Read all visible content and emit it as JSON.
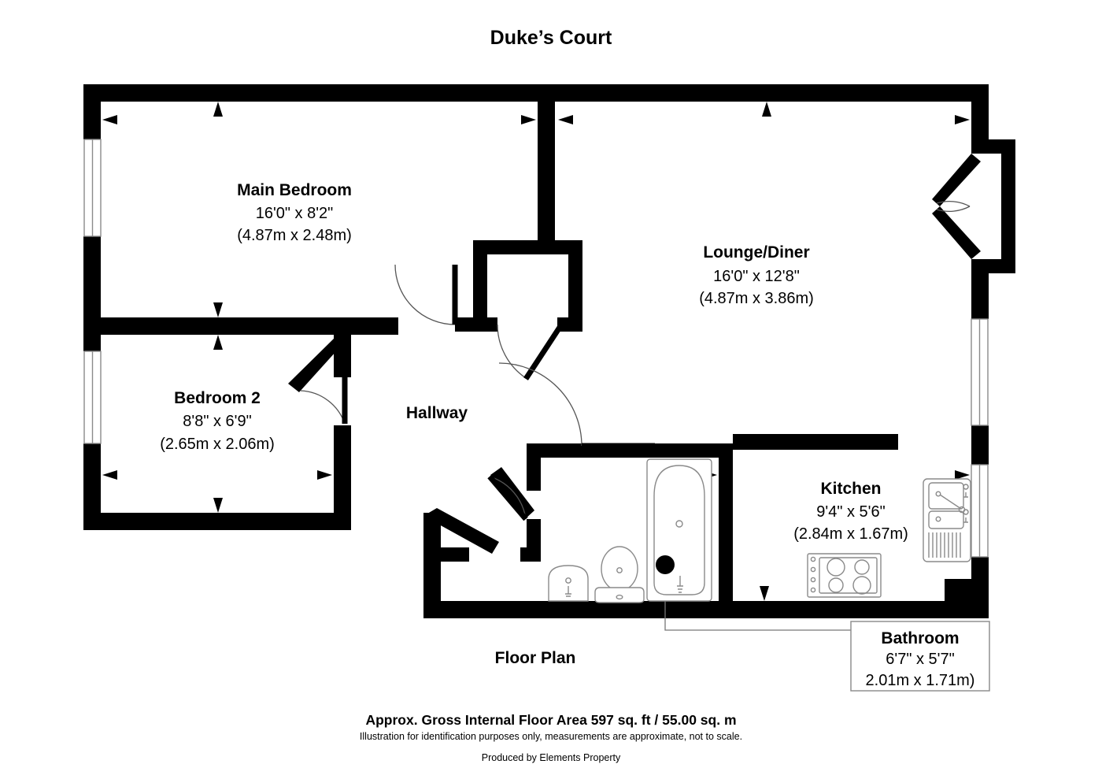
{
  "header": {
    "title": "Duke’s Court"
  },
  "plan": {
    "caption": "Floor Plan",
    "rooms": [
      {
        "key": "main_bedroom",
        "name": "Main Bedroom",
        "dim_imperial": "16'0\" x 8'2\"",
        "dim_metric": "(4.87m x 2.48m)"
      },
      {
        "key": "lounge_diner",
        "name": "Lounge/Diner",
        "dim_imperial": "16'0\" x 12'8\"",
        "dim_metric": "(4.87m x 3.86m)"
      },
      {
        "key": "bedroom_2",
        "name": "Bedroom 2",
        "dim_imperial": "8'8\" x 6'9\"",
        "dim_metric": "(2.65m x 2.06m)"
      },
      {
        "key": "kitchen",
        "name": "Kitchen",
        "dim_imperial": "9'4\" x 5'6\"",
        "dim_metric": "(2.84m x 1.67m)"
      },
      {
        "key": "bathroom",
        "name": "Bathroom",
        "dim_imperial": "6'7\" x 5'7\"",
        "dim_metric": "2.01m x 1.71m)"
      },
      {
        "key": "hallway",
        "name": "Hallway",
        "dim_imperial": "",
        "dim_metric": ""
      }
    ]
  },
  "footer": {
    "area_line": "Approx. Gross Internal Floor Area 597 sq. ft / 55.00 sq. m",
    "disclaimer_line": "Illustration for identification purposes only, measurements are approximate, not to scale.",
    "producer_line": "Produced by Elements Property"
  },
  "colors": {
    "wall": "#000000",
    "background": "#ffffff",
    "fixture_stroke": "#8a8a8a",
    "callout_border": "#888888"
  }
}
